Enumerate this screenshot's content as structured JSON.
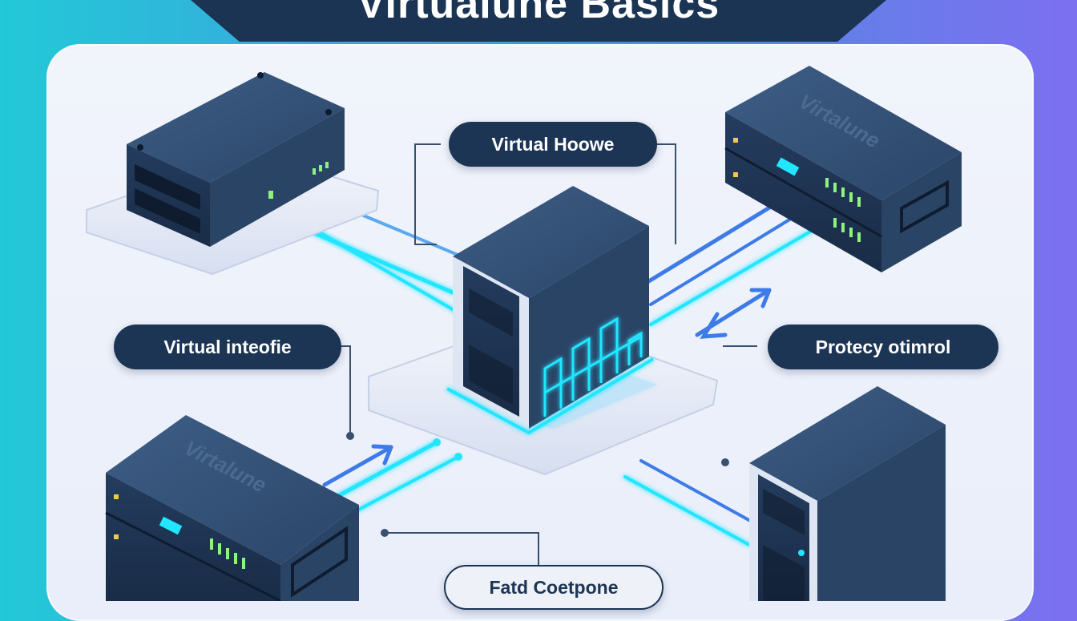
{
  "header": {
    "title": "Virtualune Basics"
  },
  "labels": {
    "top": "Virtual Hoowe",
    "left": "Virtual inteofie",
    "right": "Protecy otimrol",
    "bottom": "Fatd Coetpone"
  },
  "devices": {
    "top_right_watermark": "Virtalune",
    "bottom_left_watermark": "Virtalune"
  },
  "colors": {
    "server_dark": "#1e3452",
    "server_mid": "#2c4a70",
    "accent_cyan": "#22e6ff",
    "accent_blue": "#3d7be8",
    "led_green": "#8df37a"
  }
}
